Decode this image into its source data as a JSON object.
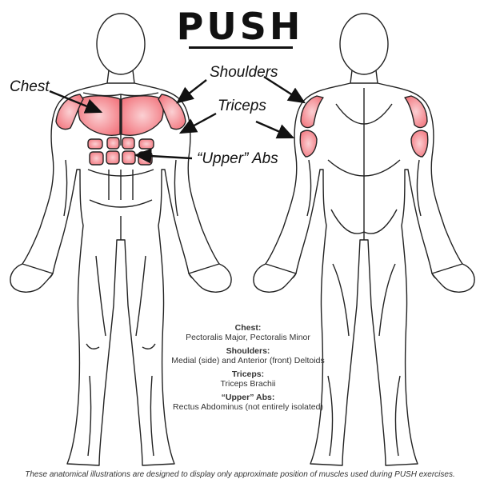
{
  "title": "PUSH",
  "labels": {
    "chest": "Chest",
    "shoulders": "Shoulders",
    "triceps": "Triceps",
    "upper_abs": "“Upper” Abs"
  },
  "legend": [
    {
      "term": "Chest:",
      "desc": "Pectoralis Major, Pectoralis Minor"
    },
    {
      "term": "Shoulders:",
      "desc": "Medial (side) and Anterior (front) Deltoids"
    },
    {
      "term": "Triceps:",
      "desc": "Triceps Brachii"
    },
    {
      "term": "“Upper” Abs:",
      "desc": "Rectus Abdominus (not entirely isolated)"
    }
  ],
  "footer": "These anatomical illustrations are designed to display only approximate position of muscles used during PUSH exercises.",
  "colors": {
    "highlight": "#f2777f",
    "highlight_light": "#fbd0d3",
    "outline": "#222222"
  }
}
